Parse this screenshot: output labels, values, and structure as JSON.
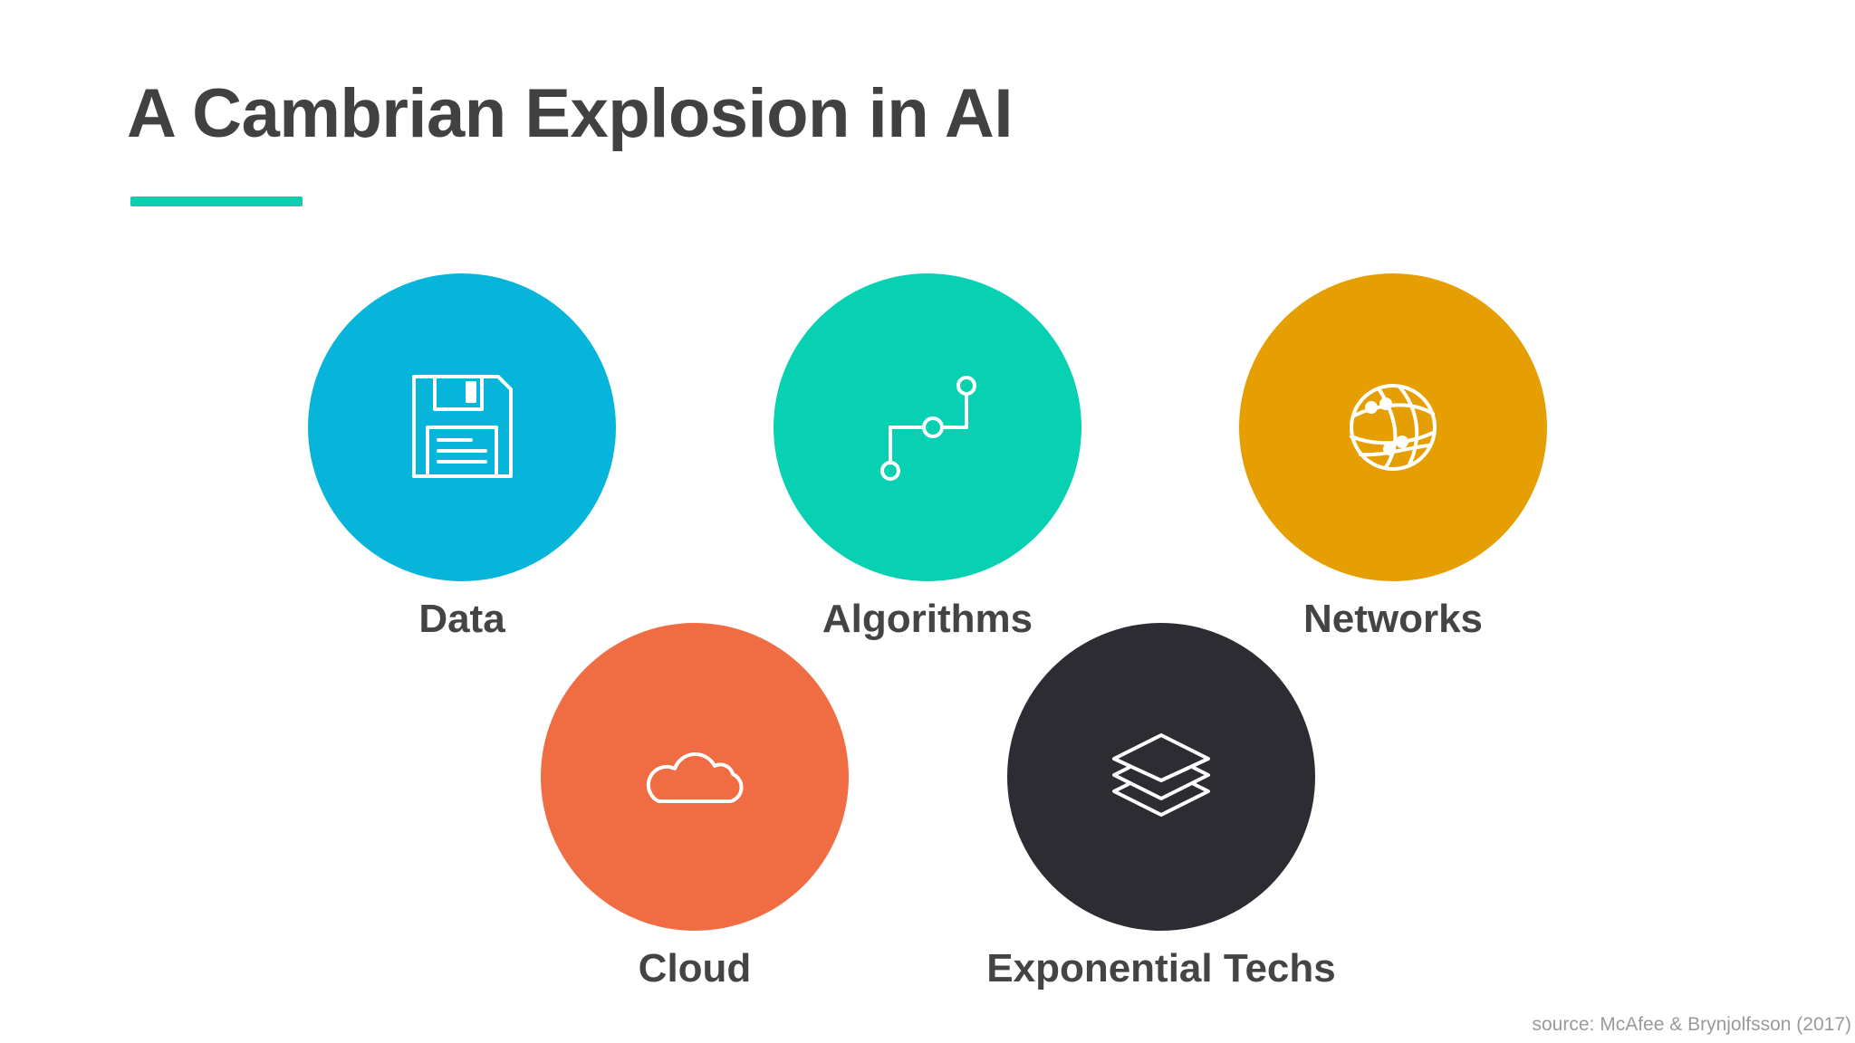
{
  "slide": {
    "title": "A Cambrian Explosion in AI",
    "accent_color": "#0fcfb0",
    "source": "source: McAfee & Brynjolfsson (2017)"
  },
  "items": [
    {
      "label": "Data",
      "icon": "floppy-disk-icon",
      "color": "#06b5d9"
    },
    {
      "label": "Algorithms",
      "icon": "circuit-path-icon",
      "color": "#08d0b2"
    },
    {
      "label": "Networks",
      "icon": "globe-network-icon",
      "color": "#e69f03"
    },
    {
      "label": "Cloud",
      "icon": "cloud-icon",
      "color": "#f06d44"
    },
    {
      "label": "Exponential Techs",
      "icon": "layers-icon",
      "color": "#2d2c33"
    }
  ]
}
